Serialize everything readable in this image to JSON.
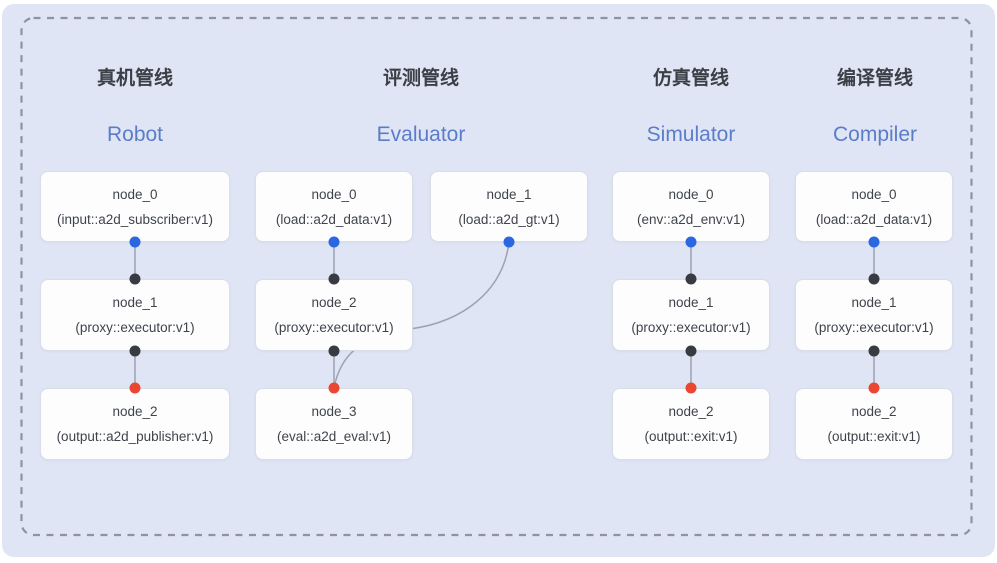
{
  "colors": {
    "background": "#dfe5f4",
    "panel_border": "#8e939d",
    "box_fill": "#fdfdfe",
    "box_border": "#d8dde7",
    "edge_line": "#9aa3b4",
    "title_zh_color": "#3b3f46",
    "title_en_color": "#5b7dc8",
    "node_text_color": "#3f444b",
    "port_blue": "#2968e0",
    "port_dark": "#383c42",
    "port_red": "#ea4631"
  },
  "pipelines": [
    {
      "id": "robot",
      "title_zh": "真机管线",
      "title_en": "Robot",
      "nodes": [
        {
          "name": "node_0",
          "type": "(input::a2d_subscriber:v1)"
        },
        {
          "name": "node_1",
          "type": "(proxy::executor:v1)"
        },
        {
          "name": "node_2",
          "type": "(output::a2d_publisher:v1)"
        }
      ],
      "connections": [
        {
          "from": "node_0",
          "to": "node_1"
        },
        {
          "from": "node_1",
          "to": "node_2"
        }
      ]
    },
    {
      "id": "evaluator",
      "title_zh": "评测管线",
      "title_en": "Evaluator",
      "nodes": [
        {
          "name": "node_0",
          "type": "(load::a2d_data:v1)"
        },
        {
          "name": "node_1",
          "type": "(load::a2d_gt:v1)"
        },
        {
          "name": "node_2",
          "type": "(proxy::executor:v1)"
        },
        {
          "name": "node_3",
          "type": "(eval::a2d_eval:v1)"
        }
      ],
      "connections": [
        {
          "from": "node_0",
          "to": "node_2"
        },
        {
          "from": "node_1",
          "to": "node_3"
        },
        {
          "from": "node_2",
          "to": "node_3"
        }
      ]
    },
    {
      "id": "simulator",
      "title_zh": "仿真管线",
      "title_en": "Simulator",
      "nodes": [
        {
          "name": "node_0",
          "type": "(env::a2d_env:v1)"
        },
        {
          "name": "node_1",
          "type": "(proxy::executor:v1)"
        },
        {
          "name": "node_2",
          "type": "(output::exit:v1)"
        }
      ],
      "connections": [
        {
          "from": "node_0",
          "to": "node_1"
        },
        {
          "from": "node_1",
          "to": "node_2"
        }
      ]
    },
    {
      "id": "compiler",
      "title_zh": "编译管线",
      "title_en": "Compiler",
      "nodes": [
        {
          "name": "node_0",
          "type": "(load::a2d_data:v1)"
        },
        {
          "name": "node_1",
          "type": "(proxy::executor:v1)"
        },
        {
          "name": "node_2",
          "type": "(output::exit:v1)"
        }
      ],
      "connections": [
        {
          "from": "node_0",
          "to": "node_1"
        },
        {
          "from": "node_1",
          "to": "node_2"
        }
      ]
    }
  ]
}
